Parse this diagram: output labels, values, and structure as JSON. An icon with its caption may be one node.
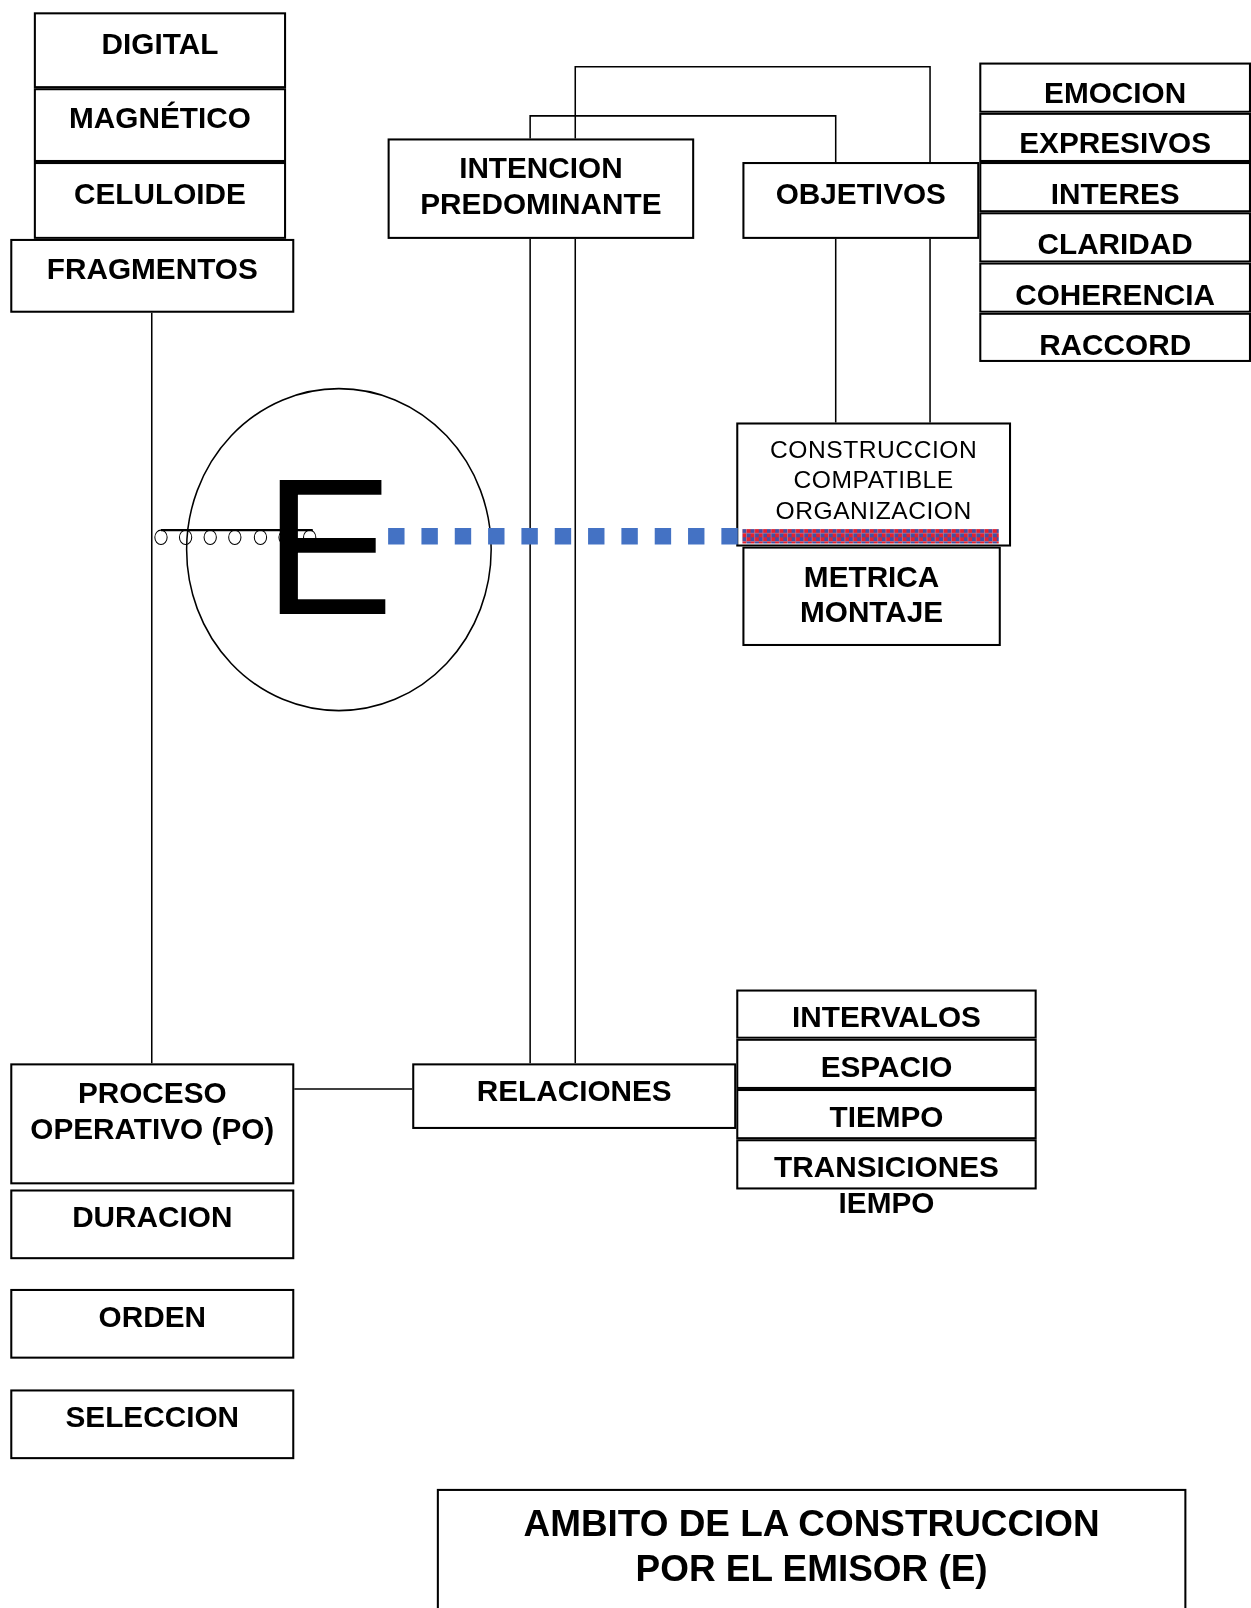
{
  "diagram": {
    "nodes": [
      {
        "text": [
          "DIGITAL"
        ]
      },
      {
        "text": [
          "MAGNÉTICO"
        ]
      },
      {
        "text": [
          "CELULOIDE"
        ]
      },
      {
        "text": [
          "FRAGMENTOS"
        ]
      },
      {
        "text": [
          "INTENCION PREDOMINANTE"
        ]
      },
      {
        "text": [
          "OBJETIVOS"
        ]
      },
      {
        "text": [
          "EMOCION"
        ]
      },
      {
        "text": [
          "EXPRESIVOS"
        ]
      },
      {
        "text": [
          "INTERES"
        ]
      },
      {
        "text": [
          "CLARIDAD"
        ]
      },
      {
        "text": [
          "COHERENCIA"
        ]
      },
      {
        "text": [
          "RACCORD"
        ]
      },
      {
        "text": [
          "E"
        ]
      },
      {
        "text": [
          "CONSTRUCCION COMPATIBLE ORGANIZACION"
        ]
      },
      {
        "text": [
          "METRICA MONTAJE"
        ]
      },
      {
        "text": [
          "PROCESO OPERATIVO (PO)"
        ]
      },
      {
        "text": [
          "RELACIONES"
        ]
      },
      {
        "text": [
          "INTERVALOS"
        ]
      },
      {
        "text": [
          "ESPACIO"
        ]
      },
      {
        "text": [
          "TIEMPO"
        ]
      },
      {
        "text": [
          "TRANSICIONES"
        ],
        "beside": [
          "IEMPO"
        ]
      },
      {
        "text": [
          "DURACION"
        ]
      },
      {
        "text": [
          "ORDEN"
        ]
      },
      {
        "text": [
          "SELECCION"
        ]
      },
      {
        "text": [
          "AMBITO DE LA CONSTRUCCION POR EL EMISOR (E)"
        ]
      },
      {
        "text": [],
        "shape": "bar",
        "in": 13
      }
    ],
    "edges": [
      {
        "from": 3,
        "to": 15,
        "arrow": "none"
      },
      {
        "from": 15,
        "to": 16,
        "arrow": "none"
      },
      {
        "from": 16,
        "to": 4,
        "arrow": "none"
      },
      {
        "from": 16,
        "to": 4,
        "arrow": "none"
      },
      {
        "from": 4,
        "to": 5,
        "arrow": "none"
      },
      {
        "from": 4,
        "to": 5,
        "arrow": "none"
      },
      {
        "from": 5,
        "to": 13,
        "arrow": "none"
      },
      {
        "from": 5,
        "to": 13,
        "arrow": "none"
      },
      {
        "from": 12,
        "to": 25,
        "arrow": "none",
        "style": "dashed",
        "color": "#4472c4"
      }
    ]
  }
}
